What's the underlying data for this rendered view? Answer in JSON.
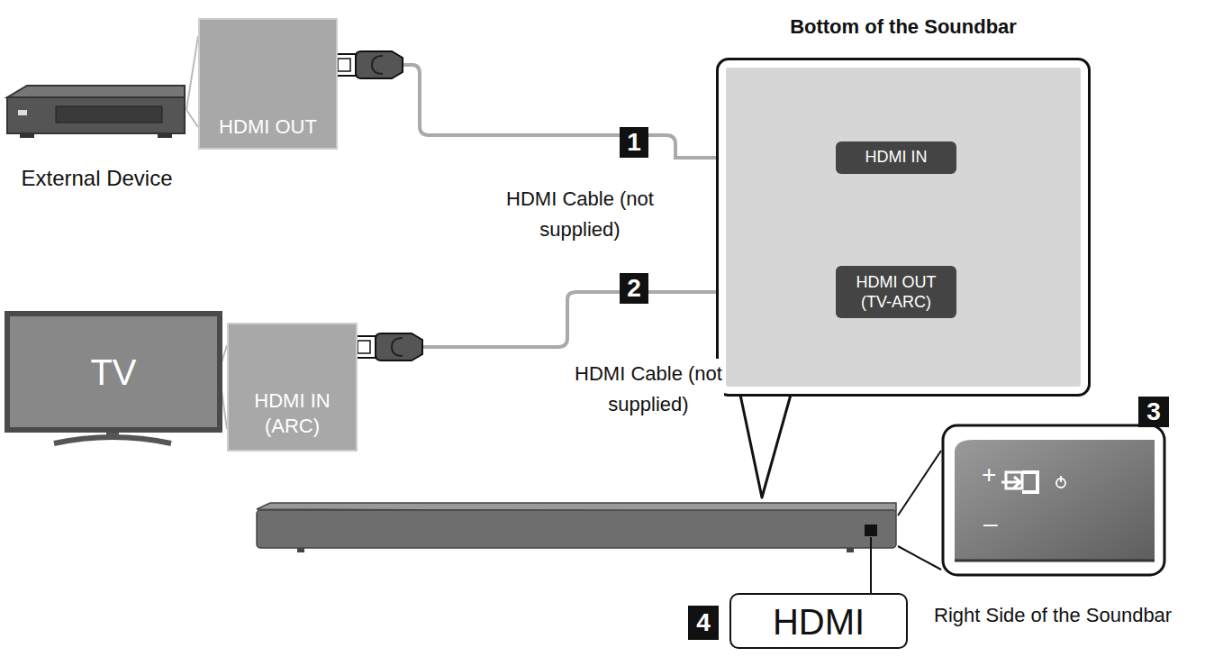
{
  "diagram": {
    "nodes": [
      {
        "text": [
          "External Device"
        ]
      },
      {
        "text": [
          "HDMI OUT"
        ]
      },
      {
        "text": [
          "TV"
        ]
      },
      {
        "text": [
          "HDMI IN (ARC)"
        ]
      },
      {
        "text": [
          "Bottom of the Soundbar"
        ]
      },
      {
        "text": [
          "HDMI IN"
        ],
        "in": 4
      },
      {
        "text": [
          "HDMI OUT (TV-ARC)"
        ],
        "in": 4
      },
      {
        "text": [
          "Right Side of the Soundbar"
        ]
      },
      {
        "text": [
          "HDMI"
        ]
      }
    ],
    "edges": [
      {
        "from": 1,
        "to": 5,
        "label": "HDMI Cable (not supplied)",
        "arrow": "none"
      },
      {
        "from": 3,
        "to": 6,
        "label": "HDMI Cable (not supplied)",
        "arrow": "none"
      },
      {
        "from": 0,
        "to": 1,
        "arrow": "none"
      },
      {
        "from": 2,
        "to": 3,
        "arrow": "none"
      }
    ],
    "labels": [
      "1",
      "2",
      "3",
      "4",
      "+",
      "–"
    ]
  }
}
